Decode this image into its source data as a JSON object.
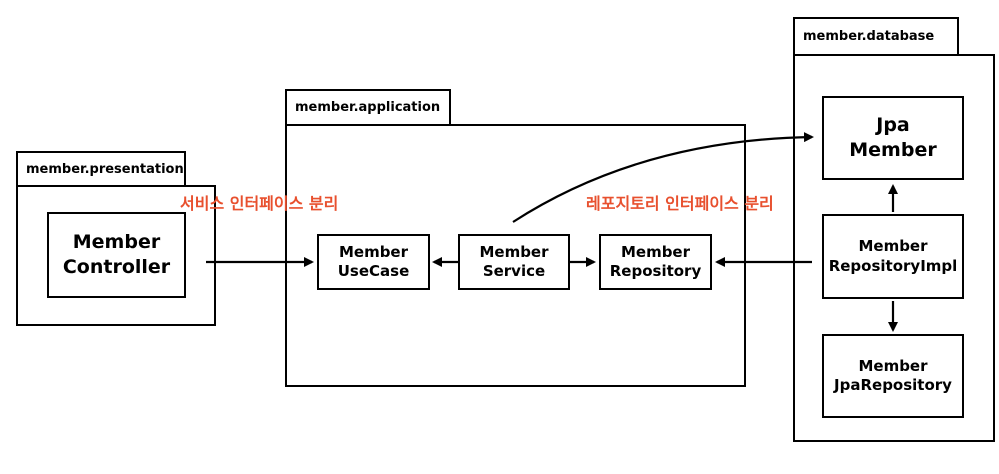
{
  "packages": {
    "presentation": "member.presentation",
    "application": "member.application",
    "database": "member.database"
  },
  "nodes": {
    "controller": [
      "Member",
      "Controller"
    ],
    "usecase": [
      "Member",
      "UseCase"
    ],
    "service": [
      "Member",
      "Service"
    ],
    "repository": [
      "Member",
      "Repository"
    ],
    "jpa_member": [
      "Jpa",
      "Member"
    ],
    "repository_impl": [
      "Member",
      "RepositoryImpl"
    ],
    "jpa_repository": [
      "Member",
      "JpaRepository"
    ]
  },
  "annotations": {
    "service_interface": "서비스 인터페이스 분리",
    "repository_interface": "레포지토리 인터페이스 분리"
  },
  "colors": {
    "annotation": "#e8502e",
    "line": "#000000"
  }
}
